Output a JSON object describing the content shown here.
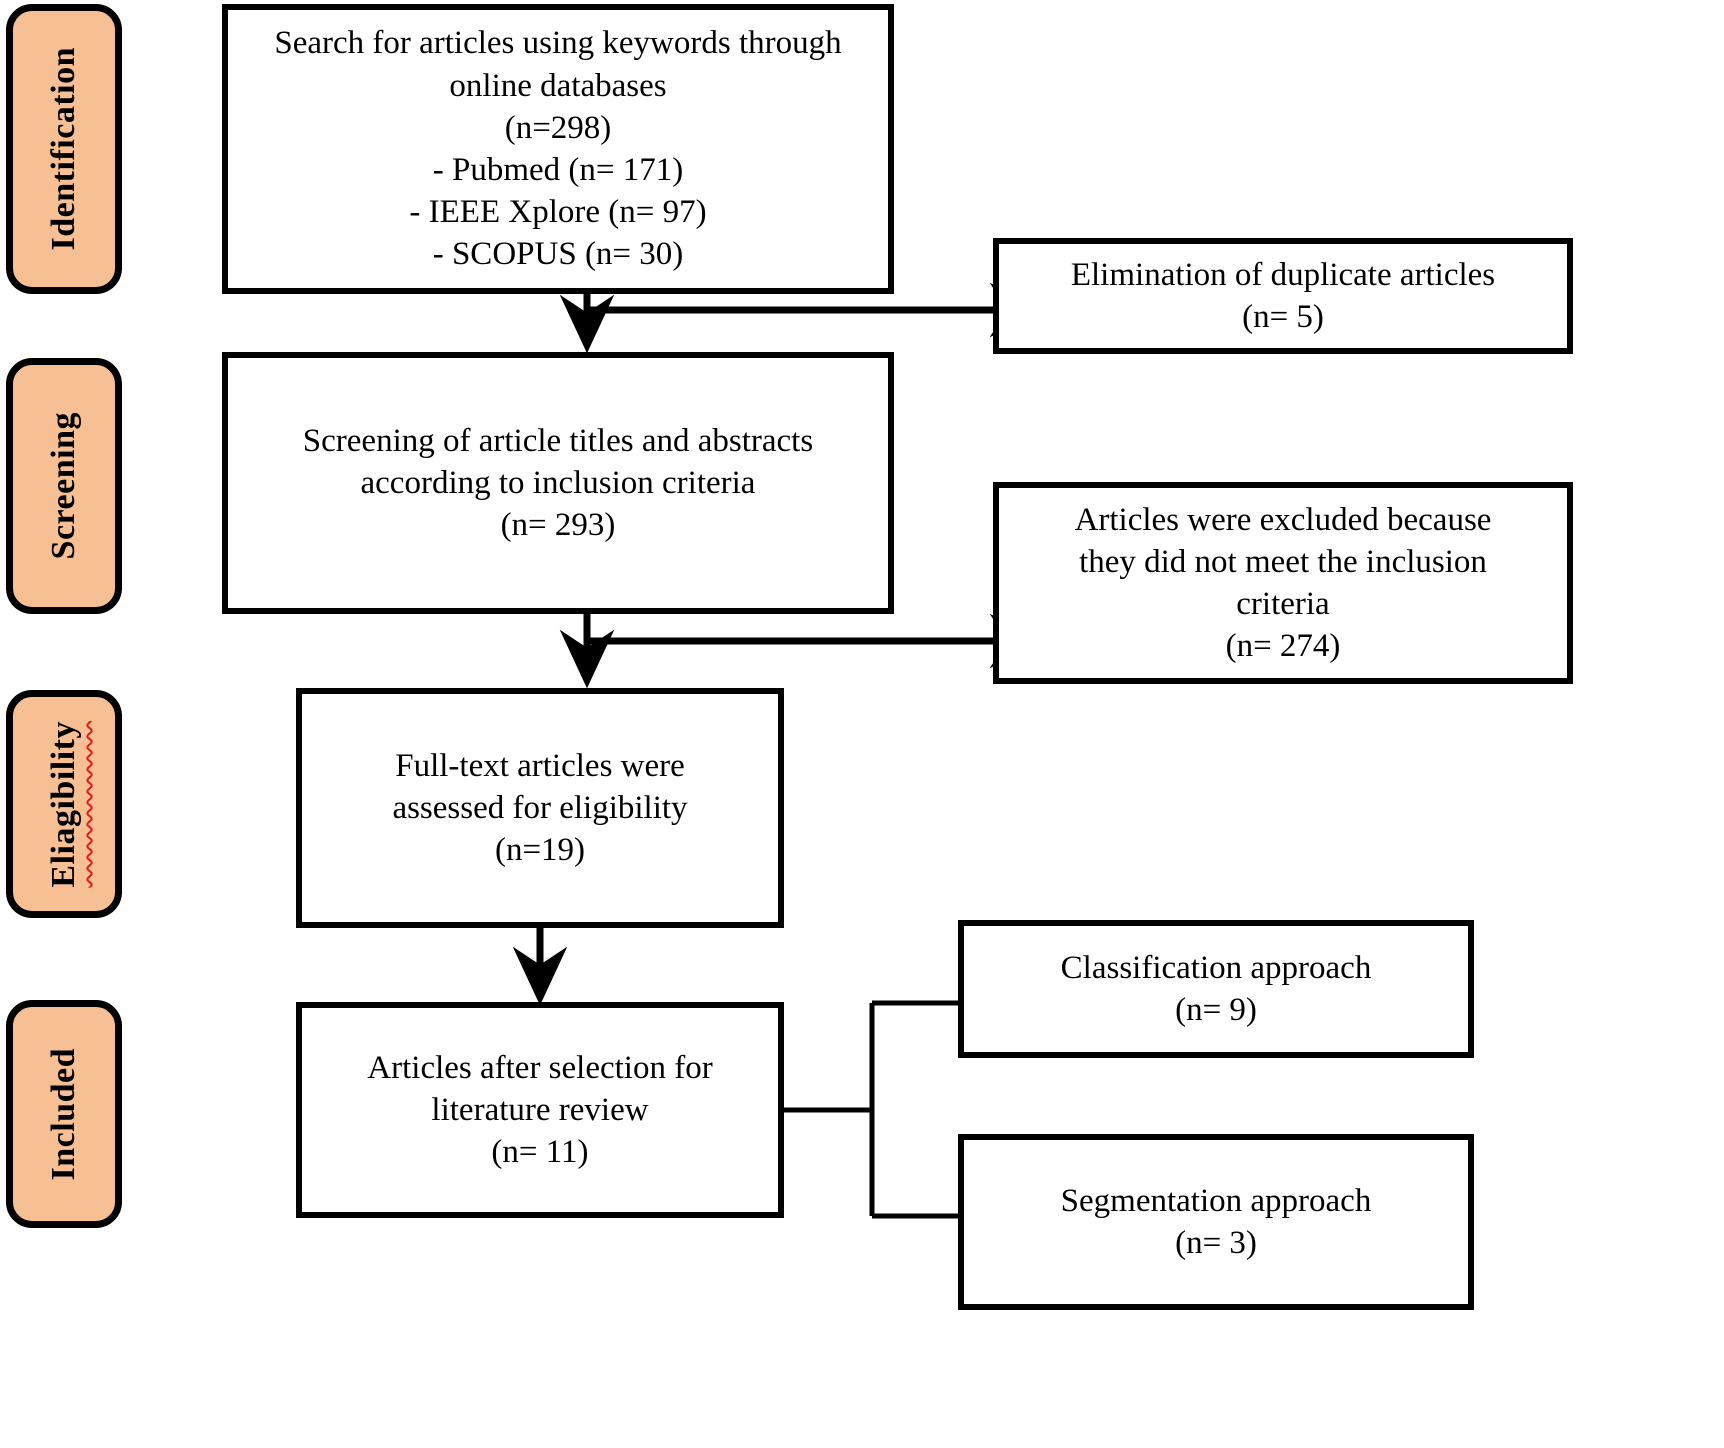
{
  "diagram": {
    "title": "PRISMA study selection flow",
    "accent_color": "#F7C094",
    "line_color": "#000000",
    "background_color": "#FFFFFF"
  },
  "phases": [
    {
      "id": "identification",
      "label": "Identification",
      "misspelled": false
    },
    {
      "id": "screening",
      "label": "Screening",
      "misspelled": false
    },
    {
      "id": "eligibility",
      "label": "Eliagibility",
      "misspelled": true
    },
    {
      "id": "included",
      "label": "Included",
      "misspelled": false
    }
  ],
  "nodes": {
    "search": {
      "text": "Search for articles using keywords through\nonline databases\n(n=298)\n-      Pubmed (n= 171)\n-      IEEE Xplore (n= 97)\n-      SCOPUS (n= 30)",
      "count": 298,
      "sources": [
        {
          "name": "Pubmed",
          "count": 171
        },
        {
          "name": "IEEE Xplore",
          "count": 97
        },
        {
          "name": "SCOPUS",
          "count": 30
        }
      ]
    },
    "duplicates": {
      "text": "Elimination of duplicate articles\n(n= 5)",
      "count": 5
    },
    "screening": {
      "text": "Screening of article titles and abstracts\naccording to inclusion criteria\n(n= 293)",
      "count": 293
    },
    "excluded": {
      "text": "Articles were excluded because\nthey did not meet the inclusion\ncriteria\n(n= 274)",
      "count": 274
    },
    "fulltext": {
      "text": "Full-text articles were\nassessed for eligibility\n(n=19)",
      "count": 19
    },
    "selected": {
      "text": "Articles after selection for\nliterature review\n(n= 11)",
      "count": 11
    },
    "classification": {
      "text": "Classification approach\n(n= 9)",
      "count": 9
    },
    "segmentation": {
      "text": "Segmentation approach\n(n= 3)",
      "count": 3
    }
  }
}
